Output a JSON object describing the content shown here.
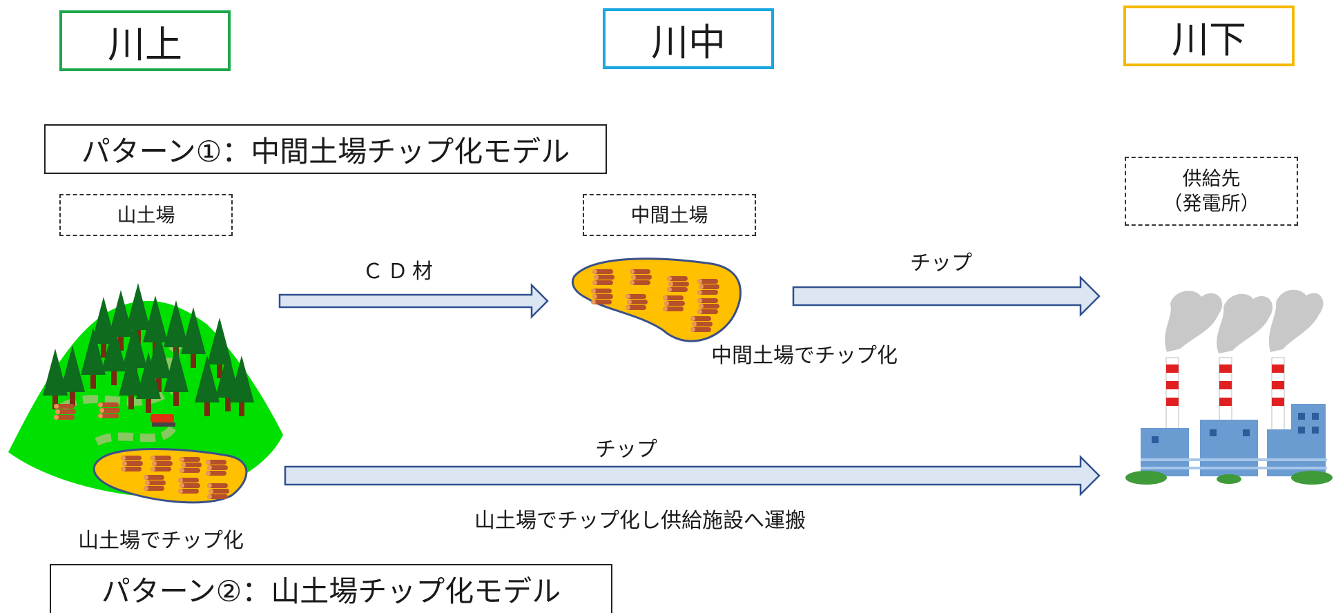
{
  "stages": {
    "upstream": "川上",
    "midstream": "川中",
    "downstream": "川下"
  },
  "patterns": {
    "pattern1": "パターン①：中間土場チップ化モデル",
    "pattern2": "パターン②：山土場チップ化モデル"
  },
  "places": {
    "mountain_yard": "山土場",
    "middle_yard": "中間土場",
    "supply_line1": "供給先",
    "supply_line2": "（発電所）"
  },
  "flows": {
    "cd_wood": "ＣＤ材",
    "chip_top": "チップ",
    "chip_bottom": "チップ"
  },
  "captions": {
    "middle_chipping": "中間土場でチップ化",
    "mountain_chipping": "山土場でチップ化",
    "transport": "山土場でチップ化し供給施設へ運搬"
  },
  "icons": {
    "forest": "forest-mountain-icon",
    "log_pile": "log-pile-icon",
    "power_plant": "power-plant-icon"
  },
  "colors": {
    "upstream_border": "#1aa84a",
    "midstream_border": "#1aa7e0",
    "downstream_border": "#f5b800",
    "arrow_fill": "#dce6f2",
    "arrow_stroke": "#2f4f8f",
    "yard_fill": "#ffc000",
    "yard_stroke": "#3a4f8a"
  }
}
